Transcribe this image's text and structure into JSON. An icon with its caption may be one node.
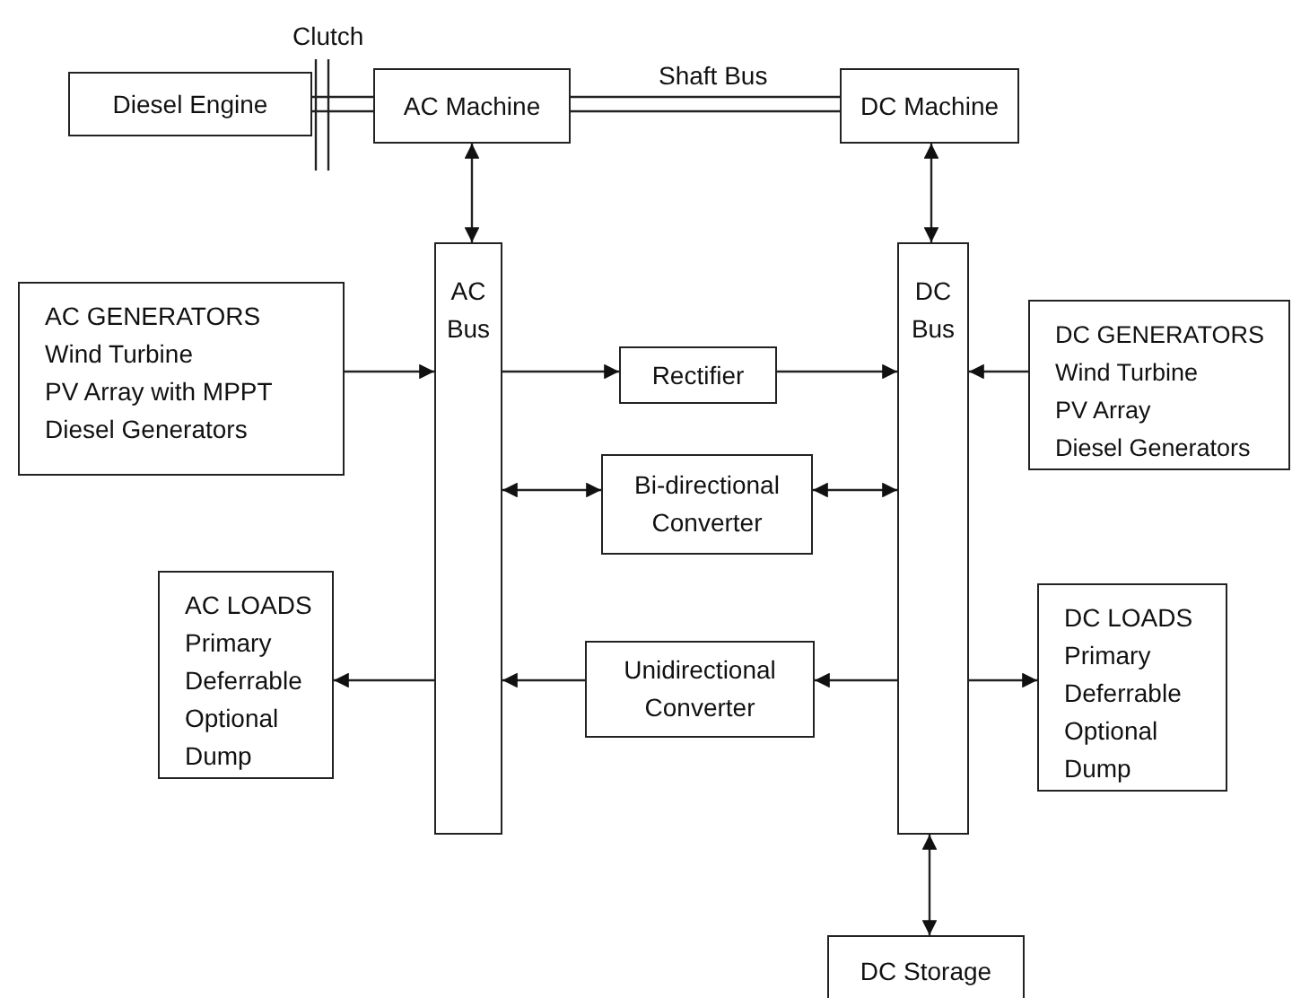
{
  "diagram": {
    "nodes": [
      {
        "text": [
          "Diesel Engine"
        ]
      },
      {
        "text": [
          "AC Machine"
        ]
      },
      {
        "text": [
          "DC Machine"
        ]
      },
      {
        "text": [
          "AC Bus"
        ]
      },
      {
        "text": [
          "DC Bus"
        ]
      },
      {
        "text": [
          "AC GENERATORS",
          "Wind Turbine",
          "PV Array with MPPT",
          "Diesel Generators"
        ]
      },
      {
        "text": [
          "Rectifier"
        ]
      },
      {
        "text": [
          "DC GENERATORS",
          "Wind Turbine",
          "PV Array",
          "Diesel Generators"
        ]
      },
      {
        "text": [
          "Bi-directional Converter"
        ]
      },
      {
        "text": [
          "AC LOADS",
          "Primary",
          "Deferrable",
          "Optional",
          "Dump"
        ]
      },
      {
        "text": [
          "Unidirectional Converter"
        ]
      },
      {
        "text": [
          "DC LOADS",
          "Primary",
          "Deferrable",
          "Optional",
          "Dump"
        ]
      },
      {
        "text": [
          "DC Storage"
        ]
      }
    ],
    "edges": [
      {
        "from": 0,
        "to": 1,
        "arrow": "none",
        "label": "Clutch"
      },
      {
        "from": 1,
        "to": 2,
        "arrow": "none",
        "label": "Shaft Bus"
      },
      {
        "from": 1,
        "to": 3,
        "arrow": "both"
      },
      {
        "from": 2,
        "to": 4,
        "arrow": "both"
      },
      {
        "from": 5,
        "to": 3,
        "arrow": "to"
      },
      {
        "from": 3,
        "to": 6,
        "arrow": "to"
      },
      {
        "from": 6,
        "to": 4,
        "arrow": "to"
      },
      {
        "from": 7,
        "to": 4,
        "arrow": "to"
      },
      {
        "from": 3,
        "to": 8,
        "arrow": "both"
      },
      {
        "from": 8,
        "to": 4,
        "arrow": "both"
      },
      {
        "from": 3,
        "to": 9,
        "arrow": "to"
      },
      {
        "from": 10,
        "to": 3,
        "arrow": "to"
      },
      {
        "from": 4,
        "to": 10,
        "arrow": "to"
      },
      {
        "from": 4,
        "to": 11,
        "arrow": "to"
      },
      {
        "from": 4,
        "to": 12,
        "arrow": "both"
      }
    ]
  }
}
